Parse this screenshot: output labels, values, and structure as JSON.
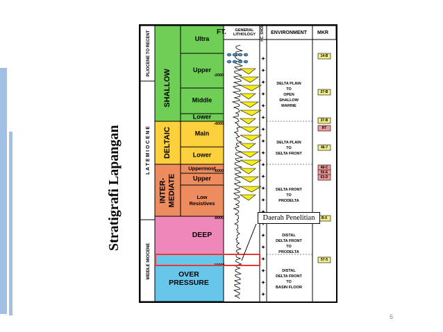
{
  "slide": {
    "title": "Stratigrafi Lapangan",
    "page_number": "6",
    "callout": "Daerah Penelitian"
  },
  "column": {
    "headers": {
      "depth": "FT.",
      "lithology": "GENERAL\nLITHOLOGY",
      "hc": "HC. SHOW",
      "environment": "ENVIRONMENT",
      "mkr": "MKR"
    },
    "ages": [
      "PLIOCENE TO RECENT",
      "L A T E   M I O C E N E",
      "MIDDLE MIOCENE"
    ],
    "groups": [
      {
        "name": "SHALLOW",
        "color": "#6fce56",
        "subunits": [
          "Ultra",
          "Upper",
          "Middle",
          "Lower"
        ]
      },
      {
        "name": "DELTAIC",
        "color": "#fbd03c",
        "subunits": [
          "Main",
          "Lower"
        ]
      },
      {
        "name": "INTER-\nMEDIATE",
        "color": "#ed8c5e",
        "subunits": [
          "Uppermost",
          "Upper",
          "Low\nResistives"
        ]
      },
      {
        "name": "DEEP",
        "color": "#ef87b8",
        "subunits": []
      },
      {
        "name": "OVER\nPRESSURE",
        "color": "#68c6ea",
        "subunits": []
      }
    ],
    "depths": [
      "-2000",
      "-4000",
      "-6000",
      "-8000",
      "-10000"
    ],
    "environments": [
      "DELTA PLAIN\nTO\nOPEN\nSHALLOW\nMARINE",
      "DELTA PLAIN\nTO\nDELTA FRONT",
      "DELTA FRONT\nTO\nPRODELTA",
      "DISTAL\nDELTA FRONT\nTO\nPRODELTA",
      "DISTAL\nDELTA FRONT\nTO\nBASIN FLOOR"
    ],
    "markers": [
      "14-B",
      "27-B",
      "37-B",
      "RT",
      "46-7",
      "48-C",
      "50-E",
      "63-D",
      "B-5",
      "57-5"
    ],
    "colors": {
      "marker": "#f2ee8a",
      "marker_red": "#ef9a9a",
      "sand": "#f5ee1c",
      "hc_show": "#6aa84f",
      "highlight": "#e53935"
    }
  }
}
